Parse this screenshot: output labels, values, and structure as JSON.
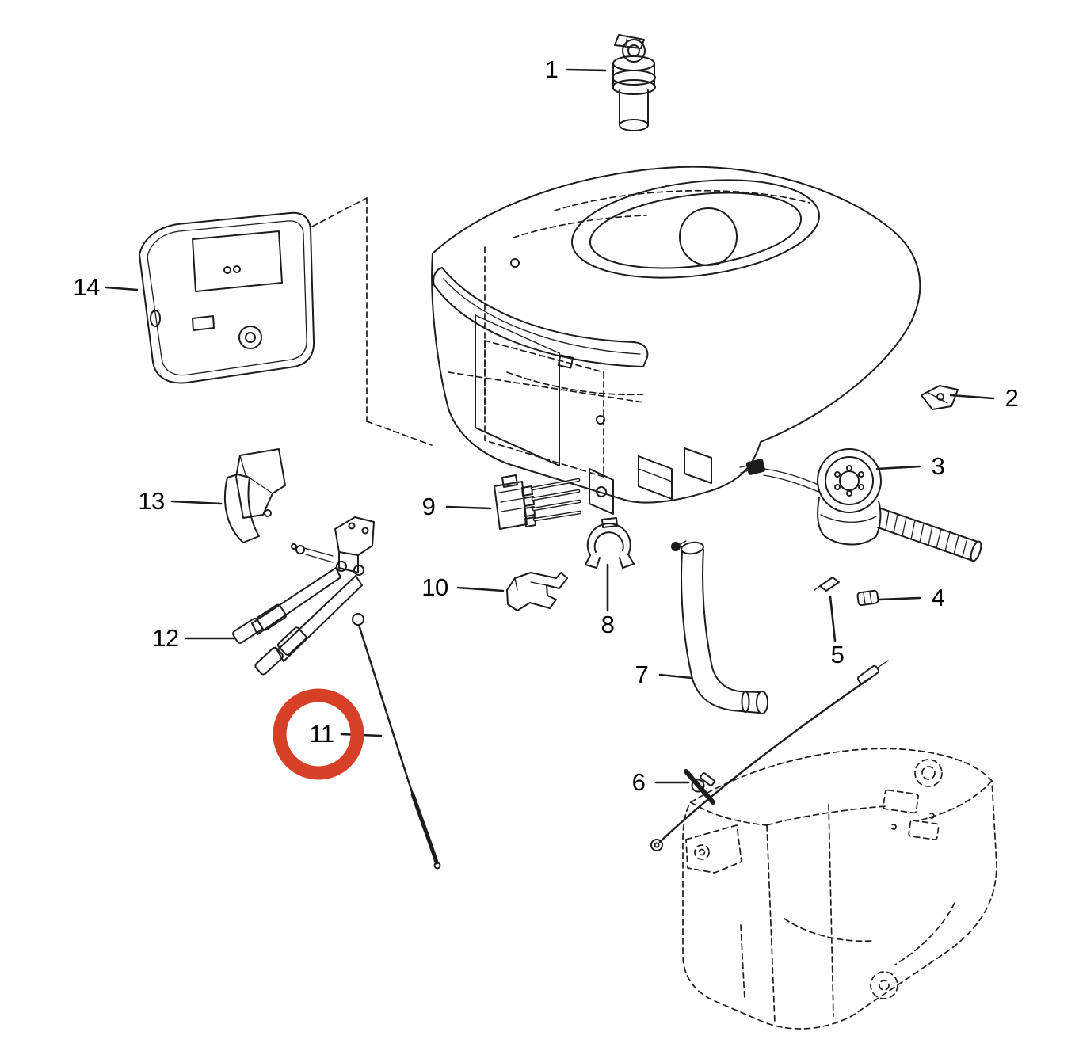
{
  "figure": {
    "background_color": "#ffffff",
    "line_color": "#1c1c1c",
    "highlight_color": "#d64026",
    "highlighted_part": "11",
    "labels": [
      {
        "text": "1"
      },
      {
        "text": "2"
      },
      {
        "text": "3"
      },
      {
        "text": "4"
      },
      {
        "text": "5"
      },
      {
        "text": "6"
      },
      {
        "text": "7"
      },
      {
        "text": "8"
      },
      {
        "text": "9"
      },
      {
        "text": "10"
      },
      {
        "text": "11"
      },
      {
        "text": "12"
      },
      {
        "text": "13"
      },
      {
        "text": "14"
      }
    ]
  }
}
